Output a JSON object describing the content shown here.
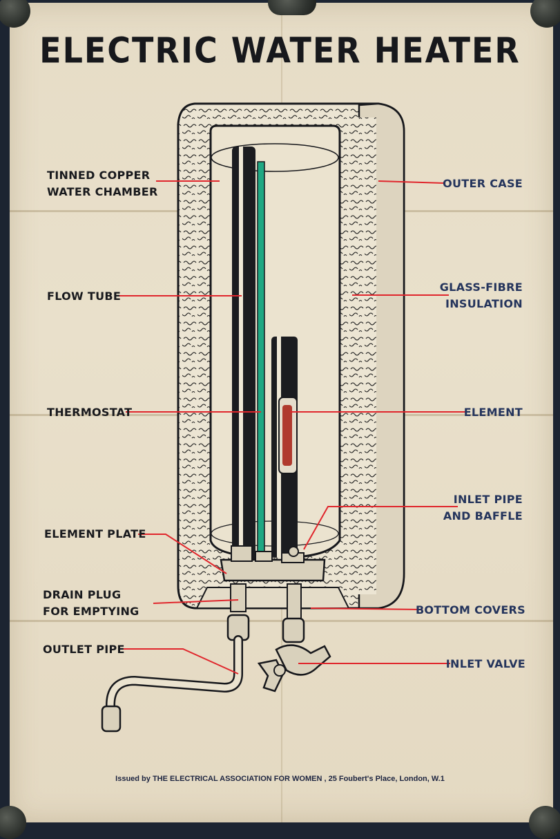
{
  "title": "ELECTRIC WATER HEATER",
  "labels_left": {
    "tinned_copper": "TINNED COPPER\nWATER CHAMBER",
    "flow_tube": "FLOW TUBE",
    "thermostat": "THERMOSTAT",
    "element_plate": "ELEMENT PLATE",
    "drain_plug": "DRAIN PLUG\nFOR EMPTYING",
    "outlet_pipe": "OUTLET PIPE"
  },
  "labels_right": {
    "outer_case": "OUTER CASE",
    "insulation": "GLASS-FIBRE\nINSULATION",
    "element": "ELEMENT",
    "inlet_pipe": "INLET PIPE\nAND BAFFLE",
    "bottom_covers": "BOTTOM COVERS",
    "inlet_valve": "INLET VALVE"
  },
  "footer": "Issued by THE ELECTRICAL ASSOCIATION FOR WOMEN , 25 Foubert's Place, London, W.1",
  "colors": {
    "paper": "#e7ddc7",
    "ink": "#17181c",
    "leader_red": "#e0262c",
    "thermostat_green": "#1fa883",
    "right_label_blue": "#24345c",
    "element_red": "#b03a2e"
  }
}
